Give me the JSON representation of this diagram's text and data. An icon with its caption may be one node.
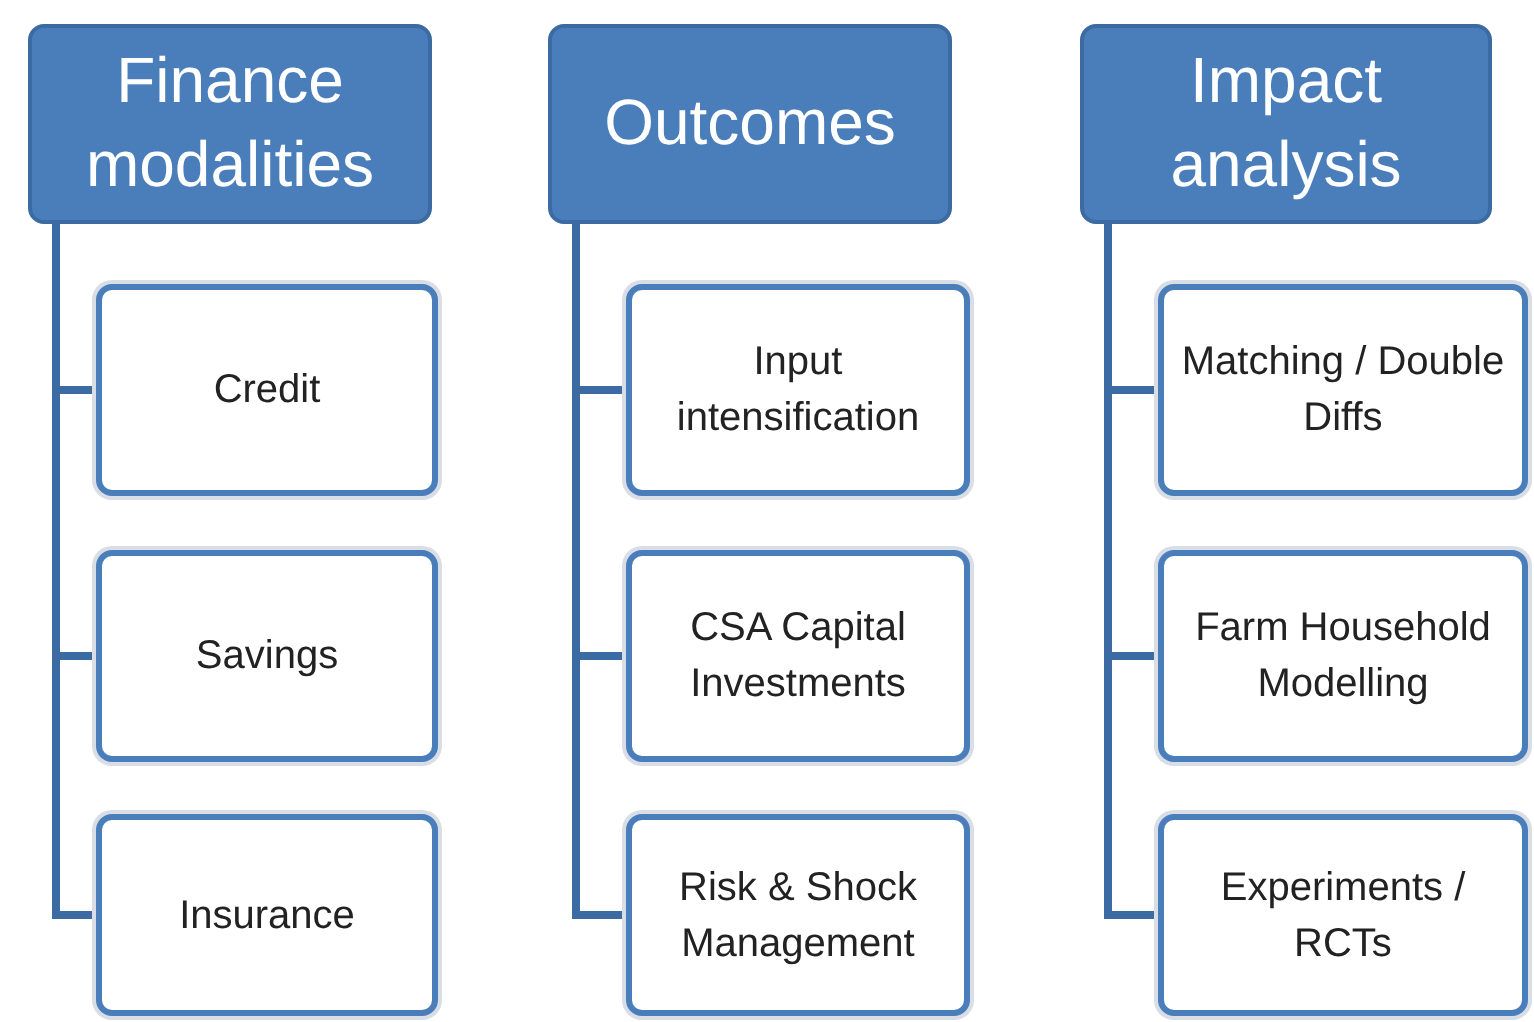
{
  "diagram": {
    "nodes": [
      {
        "text": [
          "Finance modalities"
        ]
      },
      {
        "text": [
          "Credit"
        ]
      },
      {
        "text": [
          "Savings"
        ]
      },
      {
        "text": [
          "Insurance"
        ]
      },
      {
        "text": [
          "Outcomes"
        ]
      },
      {
        "text": [
          "Input intensification"
        ]
      },
      {
        "text": [
          "CSA Capital Investments"
        ]
      },
      {
        "text": [
          "Risk & Shock Management"
        ]
      },
      {
        "text": [
          "Impact analysis"
        ]
      },
      {
        "text": [
          "Matching / Double Diffs"
        ]
      },
      {
        "text": [
          "Farm Household Modelling"
        ]
      },
      {
        "text": [
          "Experiments / RCTs"
        ]
      }
    ],
    "edges": [
      {
        "from": 0,
        "to": 1,
        "arrow": "none"
      },
      {
        "from": 0,
        "to": 2,
        "arrow": "none"
      },
      {
        "from": 0,
        "to": 3,
        "arrow": "none"
      },
      {
        "from": 4,
        "to": 5,
        "arrow": "none"
      },
      {
        "from": 4,
        "to": 6,
        "arrow": "none"
      },
      {
        "from": 4,
        "to": 7,
        "arrow": "none"
      },
      {
        "from": 8,
        "to": 9,
        "arrow": "none"
      },
      {
        "from": 8,
        "to": 10,
        "arrow": "none"
      },
      {
        "from": 8,
        "to": 11,
        "arrow": "none"
      }
    ]
  }
}
